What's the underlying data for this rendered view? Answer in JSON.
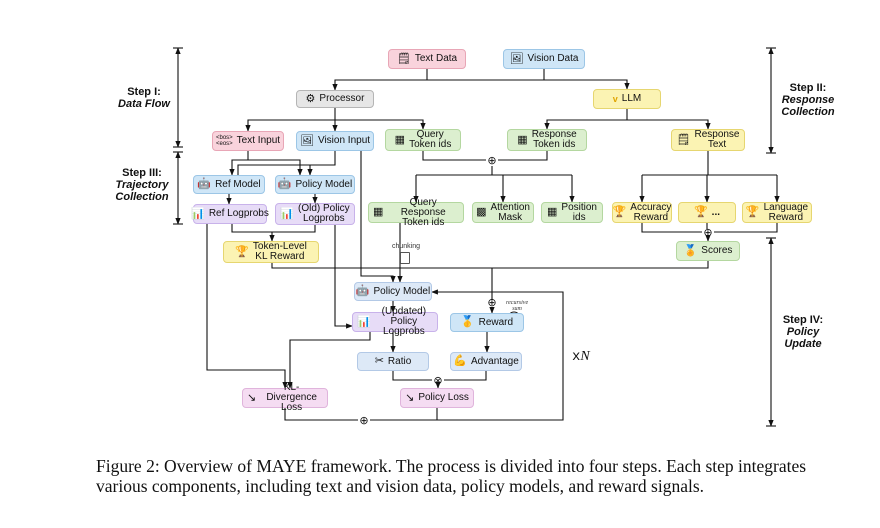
{
  "diagram": {
    "nodes": {
      "text_data": {
        "label": "Text Data",
        "icon": "text-icon"
      },
      "vision_data": {
        "label": "Vision Data",
        "icon": "image-icon"
      },
      "processor": {
        "label": "Processor",
        "icon": "gear-icon"
      },
      "vllm": {
        "label": "LLM",
        "icon": "vllm-logo-icon"
      },
      "text_input": {
        "label": "Text Input",
        "tag_top": "<bos>",
        "tag_bottom": "<eos>"
      },
      "vision_input": {
        "label": "Vision Input",
        "icon": "image-icon"
      },
      "query_token_ids": {
        "label": "Query\nToken ids",
        "icon": "token-grid-icon"
      },
      "response_token_ids": {
        "label": "Response\nToken ids",
        "icon": "token-grid-icon"
      },
      "response_text": {
        "label": "Response\nText",
        "icon": "text-icon"
      },
      "ref_model": {
        "label": "Ref Model",
        "icon": "robot-icon"
      },
      "policy_model_top": {
        "label": "Policy Model",
        "icon": "robot-icon"
      },
      "ref_logprobs": {
        "label": "Ref Logprobs",
        "icon": "bar-chart-icon"
      },
      "old_policy_logprobs": {
        "label": "(Old) Policy\nLogprobs",
        "icon": "bar-chart-icon"
      },
      "query_response_token_ids": {
        "label": "Query Response\nToken ids",
        "icon": "token-grid-icon"
      },
      "attention_mask": {
        "label": "Attention\nMask",
        "icon": "mask-grid-icon"
      },
      "position_ids": {
        "label": "Position\nids",
        "icon": "token-grid-icon"
      },
      "accuracy_reward": {
        "label": "Accuracy\nReward",
        "icon": "trophy-icon"
      },
      "ellipsis_reward": {
        "label": "...",
        "icon": "trophy-icon"
      },
      "language_reward": {
        "label": "Language\nReward",
        "icon": "trophy-icon"
      },
      "token_level_kl_reward": {
        "label": "Token-Level\nKL Reward",
        "icon": "trophy-icon"
      },
      "scores": {
        "label": "Scores",
        "icon": "scores-icon"
      },
      "policy_model_update": {
        "label": "Policy Model",
        "icon": "robot-icon"
      },
      "updated_policy_logprobs": {
        "label": "(Updated)\nPolicy Logprobs",
        "icon": "bar-chart-icon"
      },
      "reward": {
        "label": "Reward",
        "icon": "medal-icon"
      },
      "ratio": {
        "label": "Ratio",
        "icon": "scissors-icon"
      },
      "advantage": {
        "label": "Advantage",
        "icon": "arm-icon"
      },
      "kl_divergence_loss": {
        "label": "KL-Divergence\nLoss",
        "icon": "trend-down-icon"
      },
      "policy_loss": {
        "label": "Policy Loss",
        "icon": "trend-down-icon"
      }
    },
    "steps": {
      "step1": {
        "title": "Step I:",
        "subtitle": "Data Flow"
      },
      "step2": {
        "title": "Step II:",
        "subtitle": "Response\nCollection"
      },
      "step3": {
        "title": "Step III:",
        "subtitle": "Trajectory\nCollection"
      },
      "step4": {
        "title": "Step IV:",
        "subtitle": "Policy\nUpdate"
      }
    },
    "annotations": {
      "chunking": "chunking",
      "recursive_sum": "recursive\nsum",
      "repeat": "x",
      "repeat_n": "N",
      "plus": "⊕",
      "times": "⊗"
    }
  },
  "caption": {
    "prefix": "Figure 2: Overview of M",
    "name_rest": "AYE",
    "suffix": " framework. The process is divided into four steps. Each step integrates various components, including text and vision data, policy models, and reward signals."
  }
}
